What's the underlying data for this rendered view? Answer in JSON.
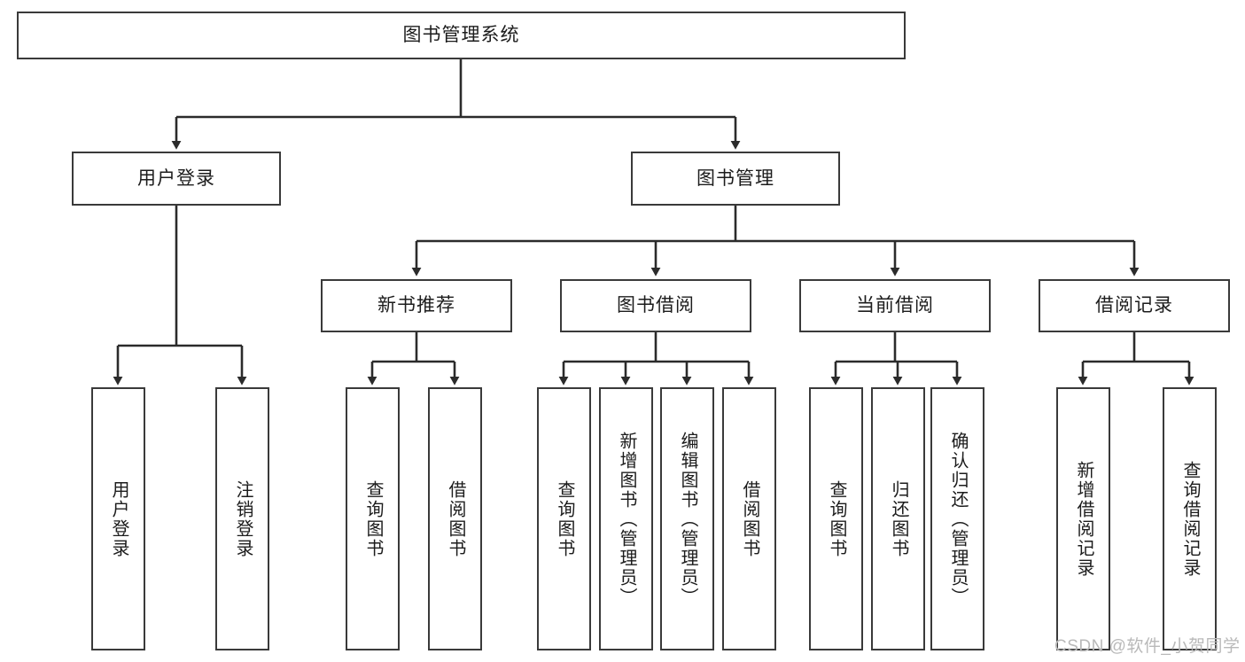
{
  "diagram": {
    "title": "图书管理系统",
    "type": "tree",
    "colors": {
      "box_border": "#3a3a3a",
      "box_fill": "#ffffff",
      "connector": "#2b2b2b",
      "text": "#1c1c1c",
      "watermark": "#b9b9b9"
    },
    "root": {
      "label": "图书管理系统"
    },
    "level2": [
      {
        "label": "用户登录"
      },
      {
        "label": "图书管理"
      }
    ],
    "level3": [
      {
        "label": "新书推荐"
      },
      {
        "label": "图书借阅"
      },
      {
        "label": "当前借阅"
      },
      {
        "label": "借阅记录"
      }
    ],
    "leaves": {
      "user_login": [
        {
          "label": "用户登录"
        },
        {
          "label": "注销登录"
        }
      ],
      "new_book_recommend": [
        {
          "label": "查询图书"
        },
        {
          "label": "借阅图书"
        }
      ],
      "book_borrow": [
        {
          "label": "查询图书"
        },
        {
          "label": "新增图书（管理员）"
        },
        {
          "label": "编辑图书（管理员）"
        },
        {
          "label": "借阅图书"
        }
      ],
      "current_borrow": [
        {
          "label": "查询图书"
        },
        {
          "label": "归还图书"
        },
        {
          "label": "确认归还（管理员）"
        }
      ],
      "borrow_record": [
        {
          "label": "新增借阅记录"
        },
        {
          "label": "查询借阅记录"
        }
      ]
    }
  },
  "watermark": {
    "text": "CSDN @软件_小贺同学"
  }
}
